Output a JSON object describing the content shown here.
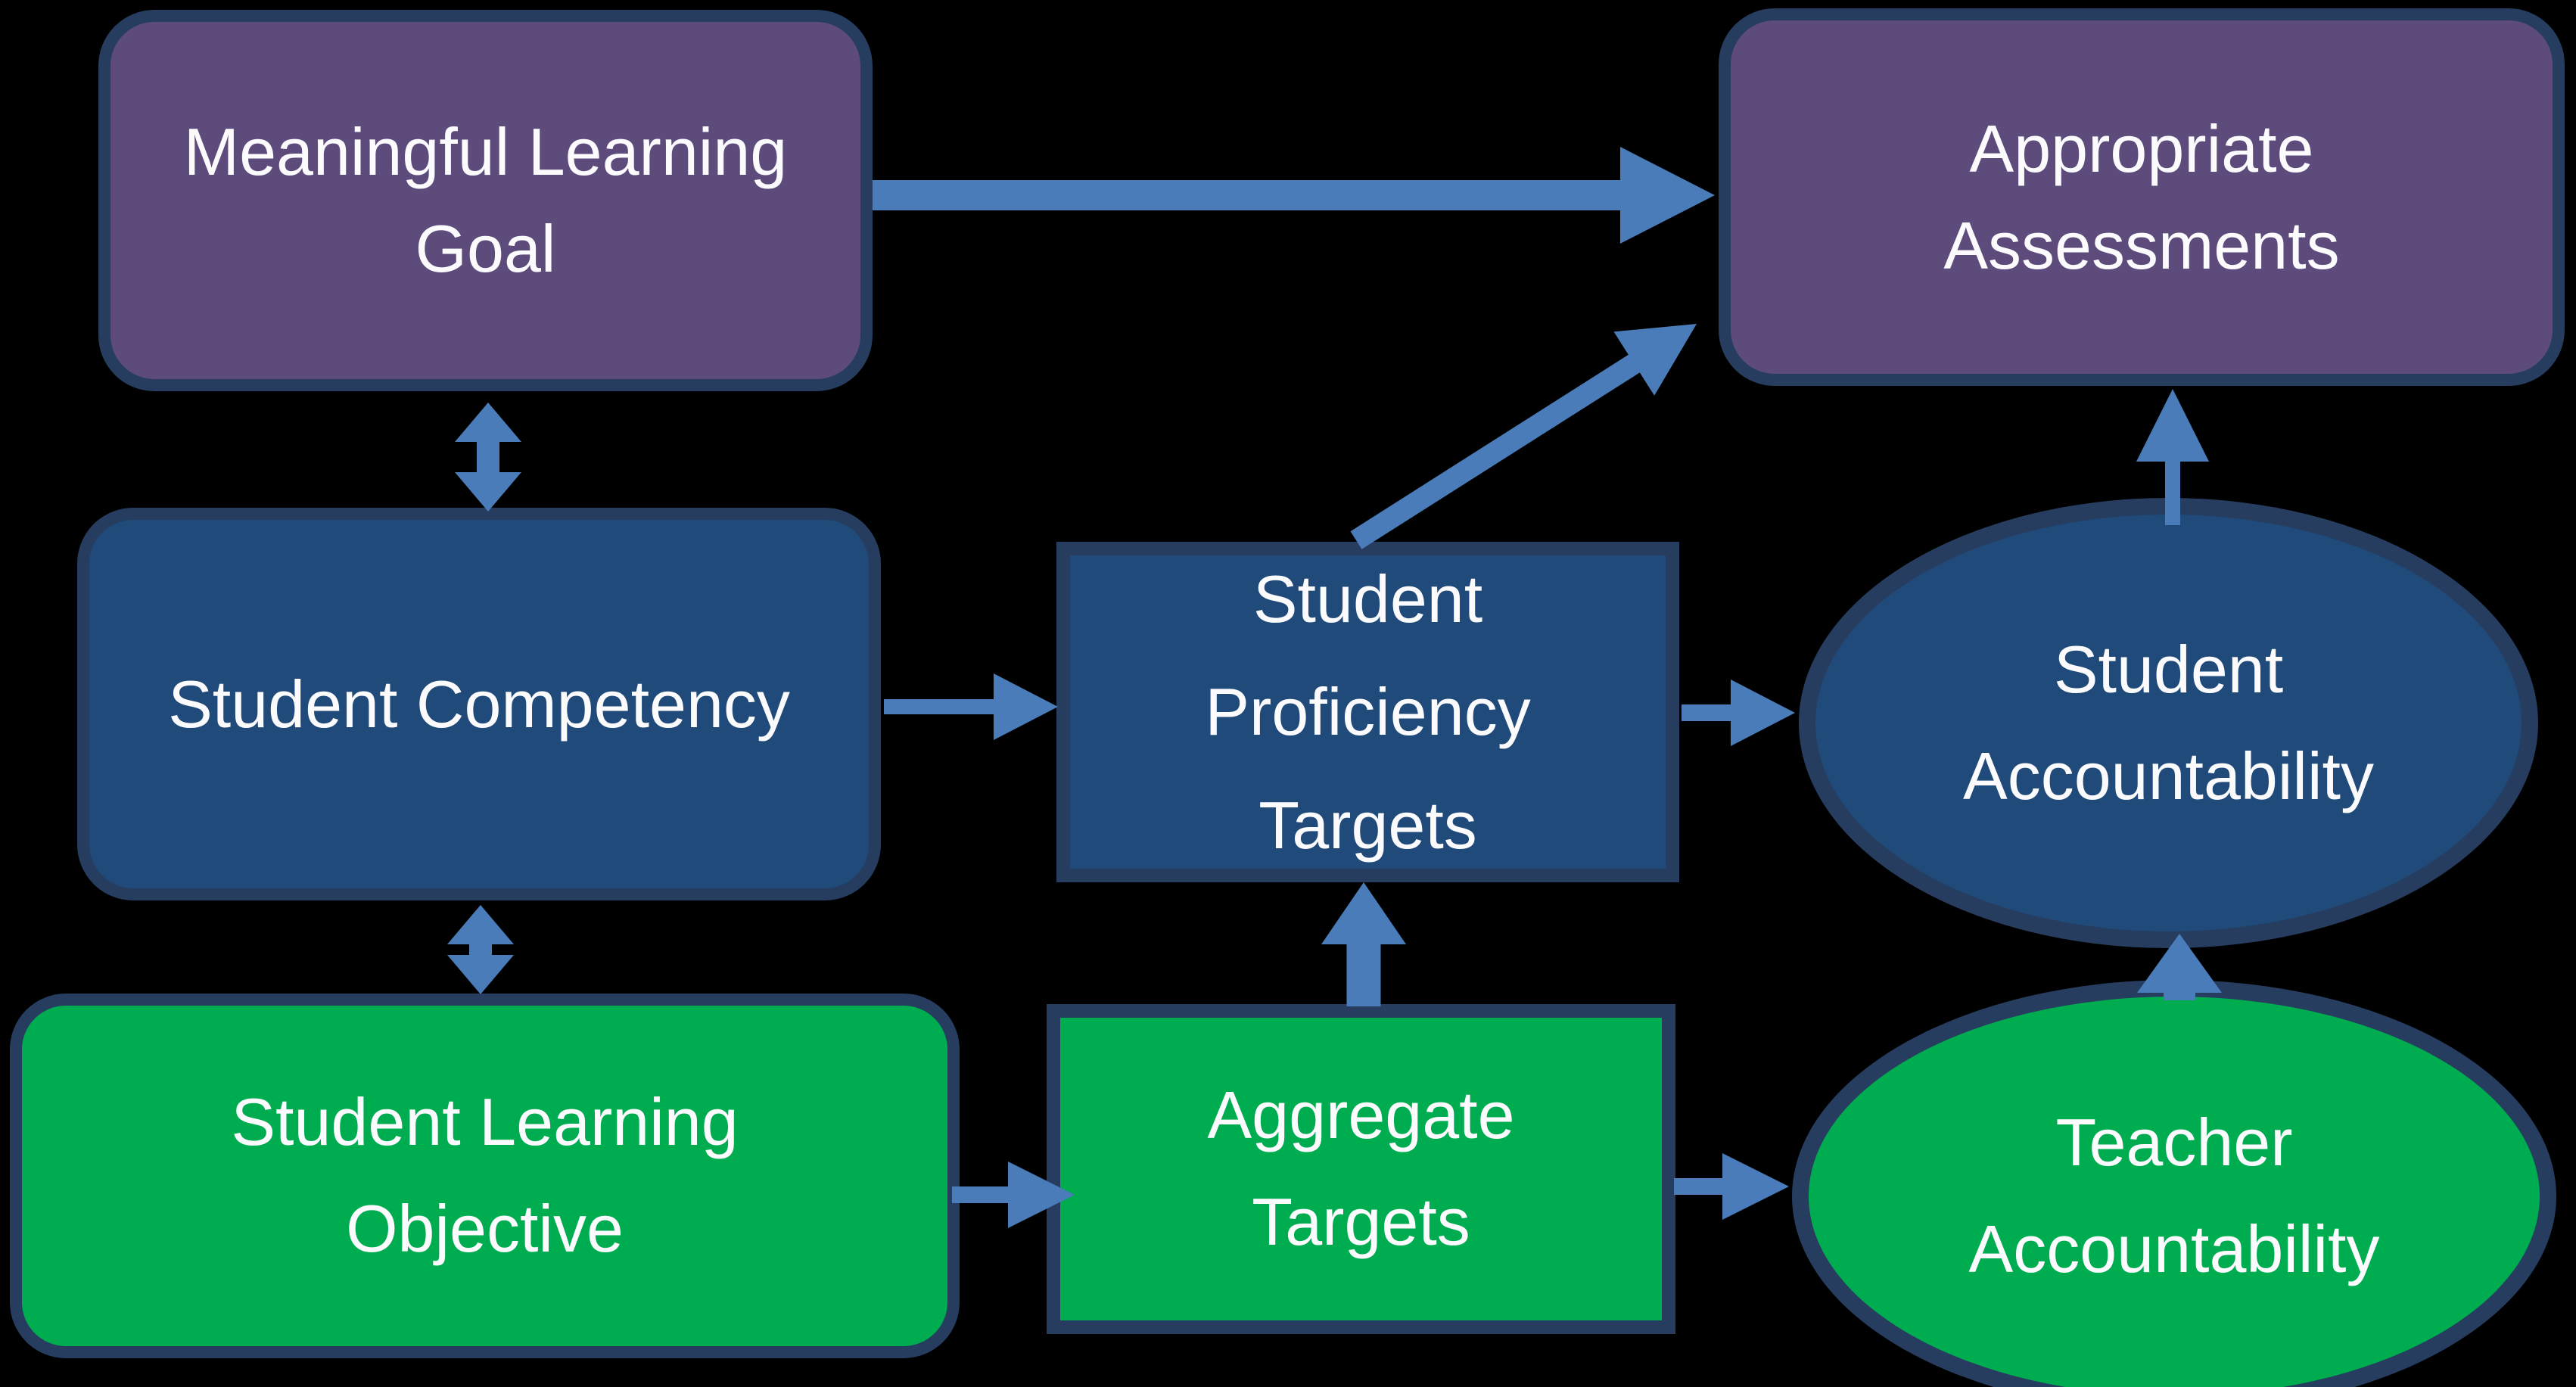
{
  "diagram": {
    "title": "Student learning goals, targets and accountability flow diagram",
    "background_color": "#000000"
  },
  "colors": {
    "purple_fill": "#5D4B7C",
    "blue_fill": "#1F4A79",
    "green_fill": "#00AC50",
    "border_navy": "#263D5F",
    "arrow_blue": "#4A7CB9",
    "text": "#FBFBFD"
  },
  "nodes": {
    "mlg": {
      "id": "meaningful-learning-goal",
      "shape": "rounded-rectangle",
      "color": "purple",
      "lines": [
        "Meaningful Learning",
        "Goal"
      ]
    },
    "aa": {
      "id": "appropriate-assessments",
      "shape": "rounded-rectangle",
      "color": "purple",
      "lines": [
        "Appropriate",
        "Assessments"
      ]
    },
    "sc": {
      "id": "student-competency",
      "shape": "rounded-rectangle",
      "color": "blue",
      "lines": [
        "Student Competency"
      ]
    },
    "spt": {
      "id": "student-proficiency-targets",
      "shape": "rectangle",
      "color": "blue",
      "lines": [
        "Student",
        "Proficiency",
        "Targets"
      ]
    },
    "sa": {
      "id": "student-accountability",
      "shape": "ellipse",
      "color": "blue",
      "lines": [
        "Student",
        "Accountability"
      ]
    },
    "slo": {
      "id": "student-learning-objective",
      "shape": "rounded-rectangle",
      "color": "green",
      "lines": [
        "Student Learning",
        "Objective"
      ]
    },
    "at": {
      "id": "aggregate-targets",
      "shape": "rectangle",
      "color": "green",
      "lines": [
        "Aggregate",
        "Targets"
      ]
    },
    "ta": {
      "id": "teacher-accountability",
      "shape": "ellipse",
      "color": "green",
      "lines": [
        "Teacher",
        "Accountability"
      ]
    }
  },
  "edges": [
    {
      "from": "meaningful-learning-goal",
      "to": "appropriate-assessments",
      "style": "single"
    },
    {
      "from": "meaningful-learning-goal",
      "to": "student-competency",
      "style": "double"
    },
    {
      "from": "student-competency",
      "to": "student-learning-objective",
      "style": "double"
    },
    {
      "from": "student-competency",
      "to": "student-proficiency-targets",
      "style": "single"
    },
    {
      "from": "student-proficiency-targets",
      "to": "appropriate-assessments",
      "style": "single"
    },
    {
      "from": "student-proficiency-targets",
      "to": "student-accountability",
      "style": "single"
    },
    {
      "from": "student-learning-objective",
      "to": "aggregate-targets",
      "style": "single"
    },
    {
      "from": "aggregate-targets",
      "to": "student-proficiency-targets",
      "style": "single"
    },
    {
      "from": "aggregate-targets",
      "to": "teacher-accountability",
      "style": "single"
    },
    {
      "from": "teacher-accountability",
      "to": "student-accountability",
      "style": "single"
    },
    {
      "from": "student-accountability",
      "to": "appropriate-assessments",
      "style": "single"
    }
  ]
}
